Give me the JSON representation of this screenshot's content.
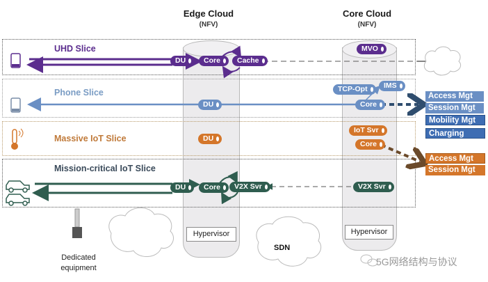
{
  "headers": {
    "edge_cloud": {
      "title": "Edge Cloud",
      "subtitle": "(NFV)"
    },
    "core_cloud": {
      "title": "Core Cloud",
      "subtitle": "(NFV)"
    }
  },
  "colors": {
    "uhd": "#5b2d8e",
    "phone": "#6a8fc4",
    "iot": "#d4762a",
    "mission": "#2f5d4f",
    "mgmt_blue": "#4a78bd",
    "mgmt_orange": "#d4762a"
  },
  "slices": [
    {
      "name": "UHD Slice",
      "device_icon": "phone-icon",
      "nodes": [
        "DU",
        "Core",
        "Cache",
        "MVO"
      ]
    },
    {
      "name": "Phone Slice",
      "device_icon": "phone-icon",
      "nodes": [
        "DU",
        "TCP-Opt",
        "IMS",
        "Core"
      ]
    },
    {
      "name": "Massive IoT Slice",
      "device_icon": "thermometer-sensor-icon",
      "nodes": [
        "DU",
        "IoT Svr",
        "Core"
      ]
    },
    {
      "name": "Mission-critical IoT Slice",
      "device_icon": "car-icon",
      "nodes": [
        "DU",
        "Core",
        "V2X Svr",
        "V2X Svr"
      ]
    }
  ],
  "phone_mgmt": [
    "Access Mgt",
    "Session Mgt",
    "Mobility Mgt",
    "Charging"
  ],
  "iot_mgmt": [
    "Access Mgt",
    "Session Mgt"
  ],
  "hypervisor_label": "Hypervisor",
  "sdn_label": "SDN",
  "dedicated_equipment_label": "Dedicated equipment",
  "watermark": "5G网络结构与协议"
}
